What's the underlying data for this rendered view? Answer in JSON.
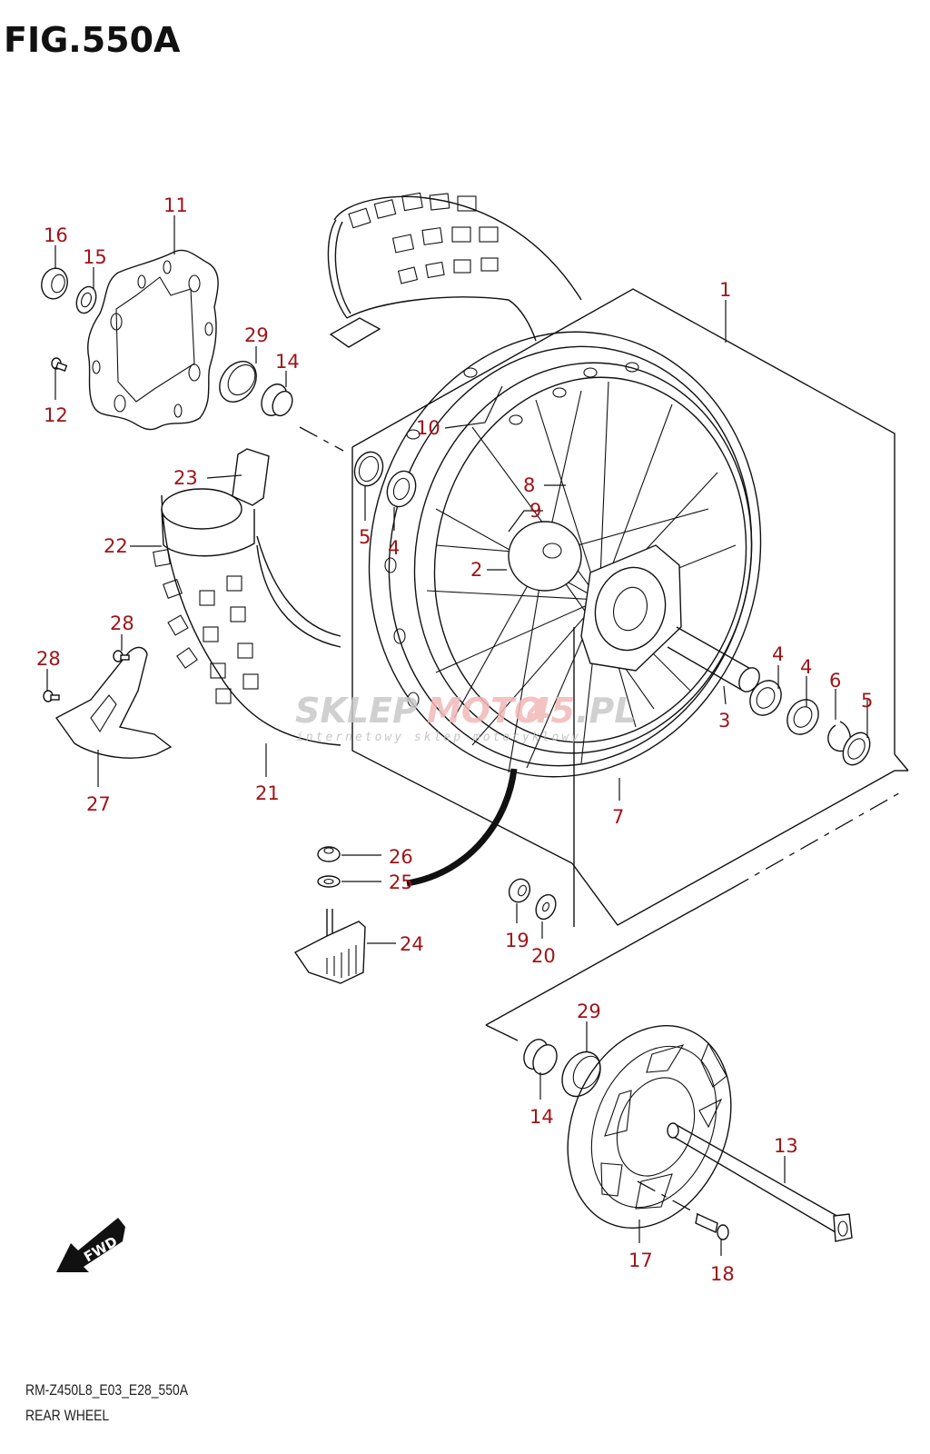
{
  "figure": {
    "title": "FIG.550A",
    "code": "RM-Z450L8_E03_E28_550A",
    "name": "REAR WHEEL"
  },
  "colors": {
    "label": "#a01418",
    "line": "#111111",
    "watermark_gray": "#c8c8c8",
    "watermark_red": "#f2b8b8"
  },
  "watermark": {
    "part1": "SKLEP",
    "part2": "MOTO",
    "part3": "45",
    "part4": ".PL",
    "subtitle": "internetowy sklep motocyklowy"
  },
  "fwd_arrow": {
    "label": "FWD",
    "icon": "forward-arrow-icon"
  },
  "callouts": [
    {
      "id": "1",
      "part": "rear-wheel-assembly"
    },
    {
      "id": "2",
      "part": "hub"
    },
    {
      "id": "3",
      "part": "spacer"
    },
    {
      "id": "4",
      "part": "bearing-left"
    },
    {
      "id": "4",
      "part": "bearing-right-a"
    },
    {
      "id": "4",
      "part": "bearing-right-b"
    },
    {
      "id": "5",
      "part": "oil-seal-left"
    },
    {
      "id": "5",
      "part": "oil-seal-right"
    },
    {
      "id": "6",
      "part": "circlip"
    },
    {
      "id": "7",
      "part": "rim"
    },
    {
      "id": "8",
      "part": "spoke-outer"
    },
    {
      "id": "9",
      "part": "spoke-inner"
    },
    {
      "id": "10",
      "part": "nipple"
    },
    {
      "id": "11",
      "part": "brake-disc"
    },
    {
      "id": "12",
      "part": "disc-bolt"
    },
    {
      "id": "13",
      "part": "axle"
    },
    {
      "id": "14",
      "part": "collar-left"
    },
    {
      "id": "14",
      "part": "collar-right"
    },
    {
      "id": "15",
      "part": "washer"
    },
    {
      "id": "16",
      "part": "axle-nut"
    },
    {
      "id": "17",
      "part": "sprocket"
    },
    {
      "id": "18",
      "part": "sprocket-bolt"
    },
    {
      "id": "19",
      "part": "sprocket-nut"
    },
    {
      "id": "20",
      "part": "sprocket-washer"
    },
    {
      "id": "21",
      "part": "tire"
    },
    {
      "id": "22",
      "part": "tube"
    },
    {
      "id": "23",
      "part": "rim-band"
    },
    {
      "id": "24",
      "part": "rim-lock"
    },
    {
      "id": "25",
      "part": "rim-lock-washer"
    },
    {
      "id": "26",
      "part": "rim-lock-nut"
    },
    {
      "id": "27",
      "part": "disc-cover"
    },
    {
      "id": "28",
      "part": "cover-bolt-a"
    },
    {
      "id": "28",
      "part": "cover-bolt-b"
    },
    {
      "id": "29",
      "part": "dust-seal-left"
    },
    {
      "id": "29",
      "part": "dust-seal-right"
    }
  ]
}
